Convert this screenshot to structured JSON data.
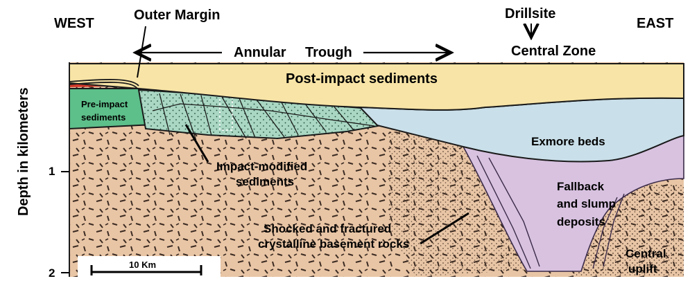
{
  "directions": {
    "west": "WEST",
    "east": "EAST"
  },
  "top_labels": {
    "outer_margin": "Outer Margin",
    "annular": "Annular",
    "trough": "Trough",
    "drillsite": "Drillsite",
    "central_zone": "Central Zone"
  },
  "axis": {
    "label": "Depth in kilometers",
    "ticks": [
      "1",
      "2"
    ]
  },
  "layers": {
    "post_impact": "Post-impact sediments",
    "pre_impact_line1": "Pre-impact",
    "pre_impact_line2": "sediments",
    "impact_modified_line1": "Impact-modified",
    "impact_modified_line2": "sediments",
    "exmore": "Exmore beds",
    "fallback_line1": "Fallback",
    "fallback_line2": "and slump",
    "fallback_line3": "deposits",
    "shocked_line1": "Shocked and fractured",
    "shocked_line2": "crystalline basement rocks",
    "central_uplift_line1": "Central",
    "central_uplift_line2": "uplift"
  },
  "scale_bar": {
    "label": "10 Km"
  },
  "colors": {
    "post_impact": "#f8e4a6",
    "exmore": "#c9dfe9",
    "pre_impact": "#5dbf8a",
    "impact_modified": "#a9d7c3",
    "basement": "#e8c5a5",
    "fallback": "#d8c2e0",
    "red_layer": "#d23a2a"
  }
}
